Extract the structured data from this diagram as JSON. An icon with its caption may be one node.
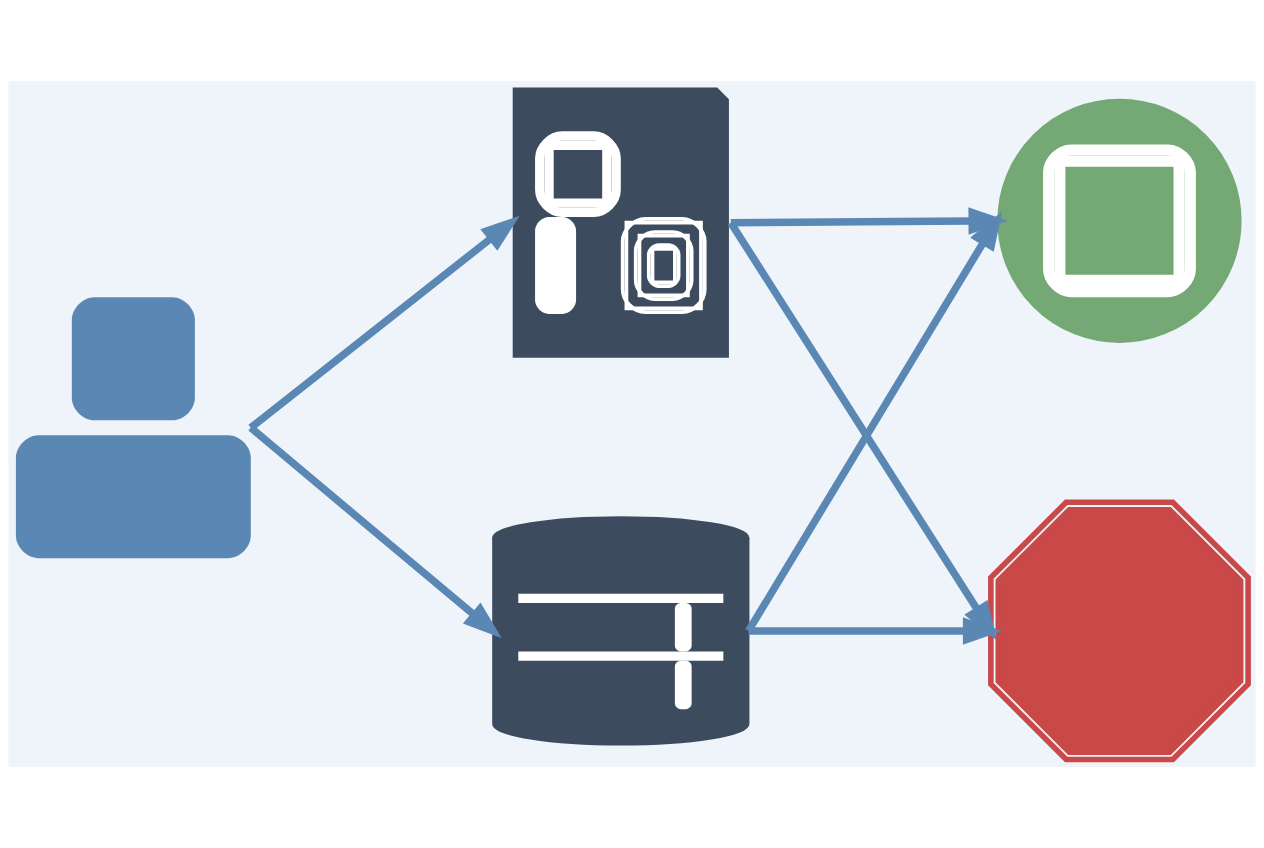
{
  "diagram": {
    "nodes": [
      {
        "text": [],
        "shape": "person"
      },
      {
        "text": [],
        "shape": "picture"
      },
      {
        "text": [],
        "shape": "picture"
      },
      {
        "text": [],
        "shape": "picture"
      },
      {
        "text": [],
        "shape": "picture"
      }
    ],
    "edges": [
      {
        "from": 0,
        "to": 1,
        "arrow": "to"
      },
      {
        "from": 0,
        "to": 2,
        "arrow": "to"
      },
      {
        "from": 1,
        "to": 3,
        "arrow": "to"
      },
      {
        "from": 1,
        "to": 4,
        "arrow": "to"
      },
      {
        "from": 2,
        "to": 3,
        "arrow": "to"
      },
      {
        "from": 2,
        "to": 4,
        "arrow": "to"
      }
    ]
  }
}
